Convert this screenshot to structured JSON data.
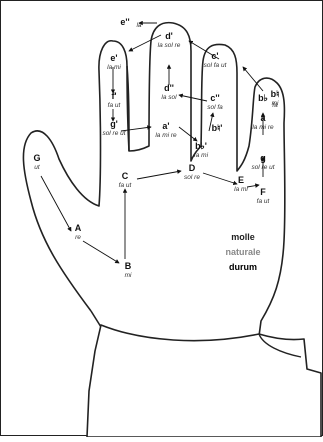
{
  "hand": {
    "notes": [
      {
        "id": "G",
        "name": "G",
        "syllables": "ut"
      },
      {
        "id": "A",
        "name": "A",
        "syllables": "re"
      },
      {
        "id": "B",
        "name": "B",
        "syllables": "mi"
      },
      {
        "id": "C",
        "name": "C",
        "syllables": "fa ut"
      },
      {
        "id": "D",
        "name": "D",
        "syllables": "sol re"
      },
      {
        "id": "E",
        "name": "E",
        "syllables": "la mi"
      },
      {
        "id": "F",
        "name": "F",
        "syllables": "fa ut"
      },
      {
        "id": "g",
        "name": "g",
        "syllables": "sol re ut"
      },
      {
        "id": "a",
        "name": "a",
        "syllables": "la mi re"
      },
      {
        "id": "bb",
        "name": "b♭",
        "syllables": "fa"
      },
      {
        "id": "bn",
        "name": "b♮",
        "syllables": "mi"
      },
      {
        "id": "c1",
        "name": "c'",
        "syllables": "sol fa ut"
      },
      {
        "id": "d1",
        "name": "d'",
        "syllables": "la sol re"
      },
      {
        "id": "e1",
        "name": "e'",
        "syllables": "la mi"
      },
      {
        "id": "f1",
        "name": "f'",
        "syllables": "fa ut"
      },
      {
        "id": "g1",
        "name": "g'",
        "syllables": "sol re ut"
      },
      {
        "id": "a1",
        "name": "a'",
        "syllables": "la mi re"
      },
      {
        "id": "bb1",
        "name": "b♭'",
        "syllables": "fa mi"
      },
      {
        "id": "bn1",
        "name": "b♮'",
        "syllables": ""
      },
      {
        "id": "c2",
        "name": "c''",
        "syllables": "sol fa"
      },
      {
        "id": "d2",
        "name": "d''",
        "syllables": "la sol"
      },
      {
        "id": "e2",
        "name": "e''",
        "syllables": "la"
      }
    ]
  },
  "legend": {
    "molle": "molle",
    "naturale": "naturale",
    "durum": "durum",
    "colors": {
      "molle": "#222222",
      "naturale": "#888888",
      "durum": "#000000"
    }
  }
}
